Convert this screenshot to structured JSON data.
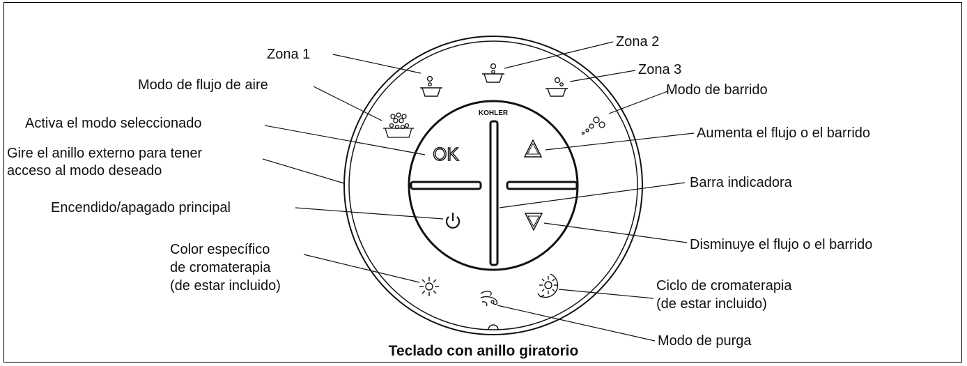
{
  "brand": "KOHLER",
  "ok_label": "OK",
  "caption": "Teclado con anillo giratorio",
  "labels": {
    "zona1": "Zona 1",
    "zona2": "Zona 2",
    "zona3": "Zona 3",
    "modo_aire": "Modo de flujo de aire",
    "modo_barrido": "Modo de barrido",
    "activa": "Activa el modo seleccionado",
    "aumenta": "Aumenta el flujo o el barrido",
    "gire_1": "Gire el anillo externo para tener",
    "gire_2": "acceso al modo deseado",
    "barra": "Barra indicadora",
    "encendido": "Encendido/apagado principal",
    "disminuye": "Disminuye el flujo o el barrido",
    "color_1": "Color específico",
    "color_2": "de cromaterapia",
    "color_3": "(de estar incluido)",
    "ciclo_1": "Ciclo de cromaterapia",
    "ciclo_2": "(de estar incluido)",
    "purga": "Modo de purga"
  }
}
